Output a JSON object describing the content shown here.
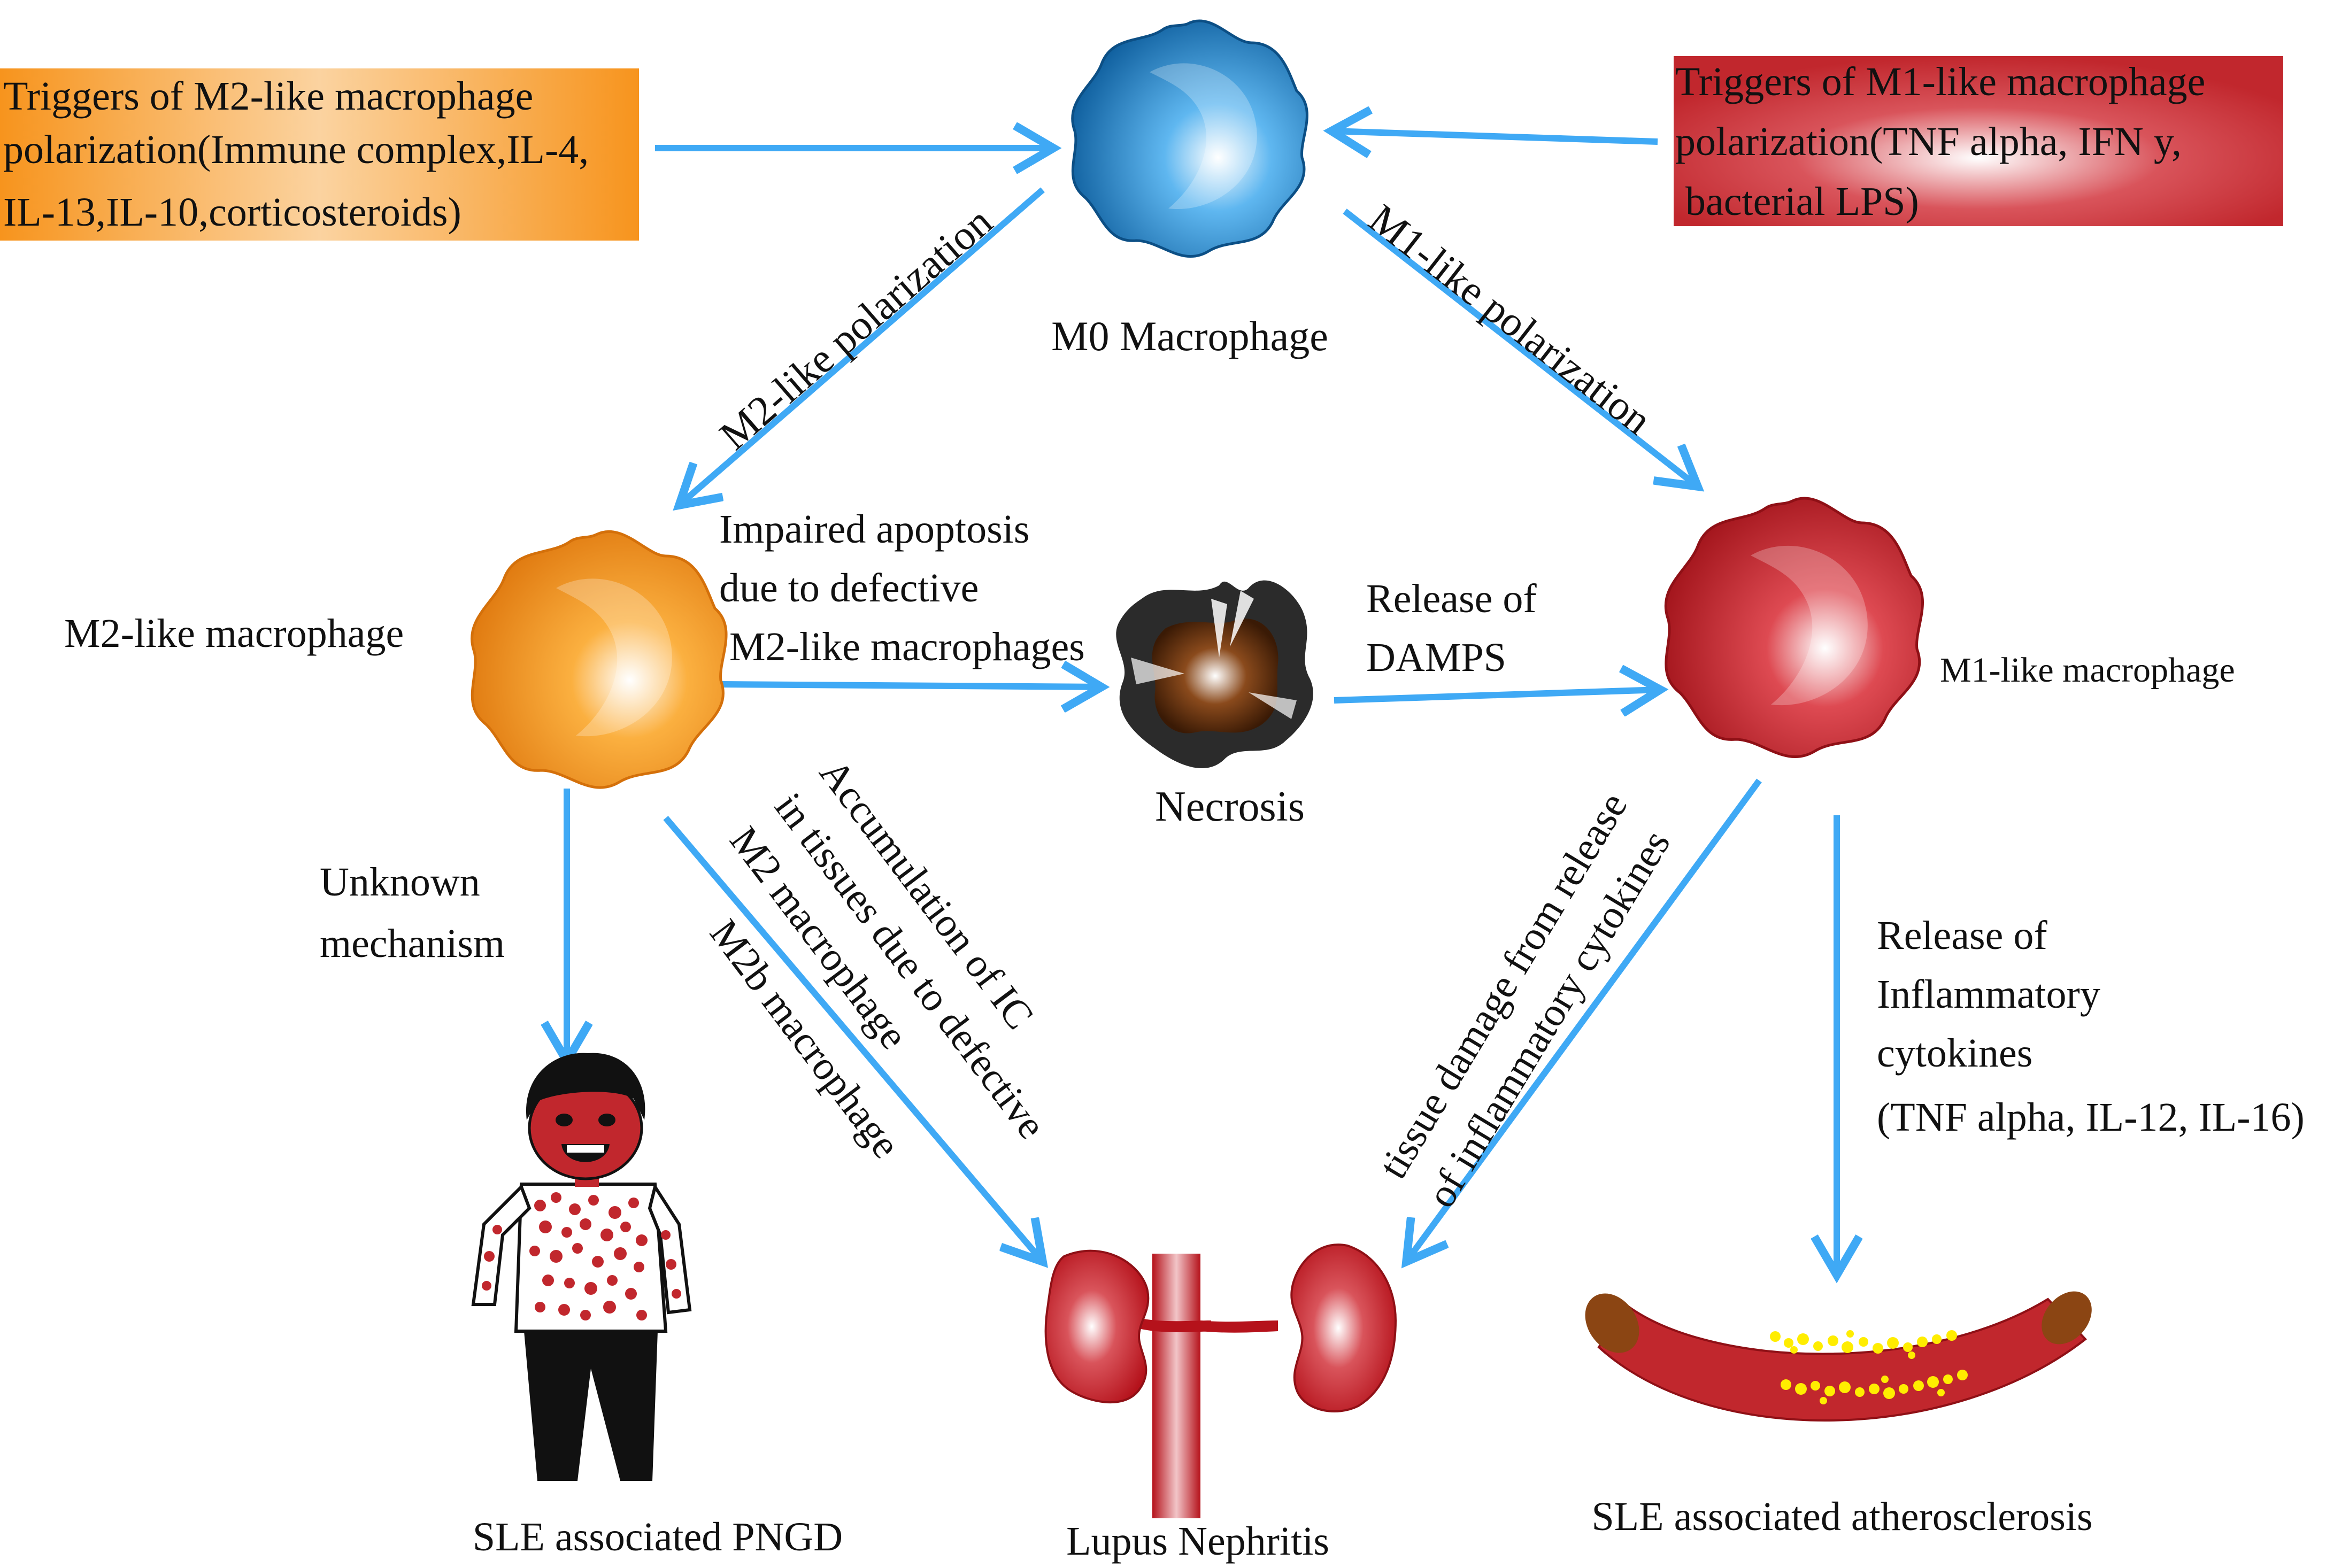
{
  "boxes": {
    "m2_triggers": {
      "lines": [
        "Triggers of M2-like macrophage",
        "polarization(Immune complex,IL-4,",
        "IL-13,IL-10,corticosteroids)"
      ],
      "color": "#f7941d"
    },
    "m1_triggers": {
      "lines": [
        "Triggers of M1-like macrophage",
        "polarization(TNF alpha, IFN y,",
        " bacterial LPS)"
      ],
      "color": "#c1272d"
    }
  },
  "cells": {
    "m0": {
      "label": "M0 Macrophage",
      "color": "#1b75bc",
      "icon": "macrophage-cell-icon"
    },
    "m2": {
      "label": "M2-like macrophage",
      "color": "#f7941d",
      "icon": "macrophage-cell-icon"
    },
    "m1": {
      "label": "M1-like macrophage",
      "color": "#c1272d",
      "icon": "macrophage-cell-icon"
    },
    "necrosis": {
      "label": "Necrosis",
      "color": "#5a2d0c",
      "icon": "necrotic-cell-icon"
    }
  },
  "edges": {
    "m2_polarization": "M2-like polarization",
    "m1_polarization": "M1-like polarization",
    "impaired_apoptosis": [
      "Impaired apoptosis",
      "due to defective",
      " M2-like macrophages"
    ],
    "damps": [
      "Release of",
      "DAMPS"
    ],
    "unknown": [
      "Unknown",
      "mechanism"
    ],
    "accumulation": [
      "Accumulation of IC",
      "in tissues due to defective",
      "M2 macrophage"
    ],
    "m2b": "M2b macrophage",
    "tissue_damage": [
      "tissue damage from release",
      "of inflammatory cytokines"
    ],
    "cytokines": [
      "Release of",
      "Inflammatory",
      "cytokines",
      "(TNF alpha, IL-12, IL-16)"
    ]
  },
  "outcomes": {
    "pngd": {
      "label": "SLE associated PNGD",
      "icon": "patient-rash-icon"
    },
    "nephritis": {
      "label": "Lupus Nephritis",
      "icon": "kidneys-icon"
    },
    "athero": {
      "label": "SLE associated atherosclerosis",
      "icon": "artery-plaque-icon"
    }
  },
  "colors": {
    "arrow": "#3fa9f5",
    "outcome_red": "#c1272d",
    "plaque": "#ffed00"
  }
}
